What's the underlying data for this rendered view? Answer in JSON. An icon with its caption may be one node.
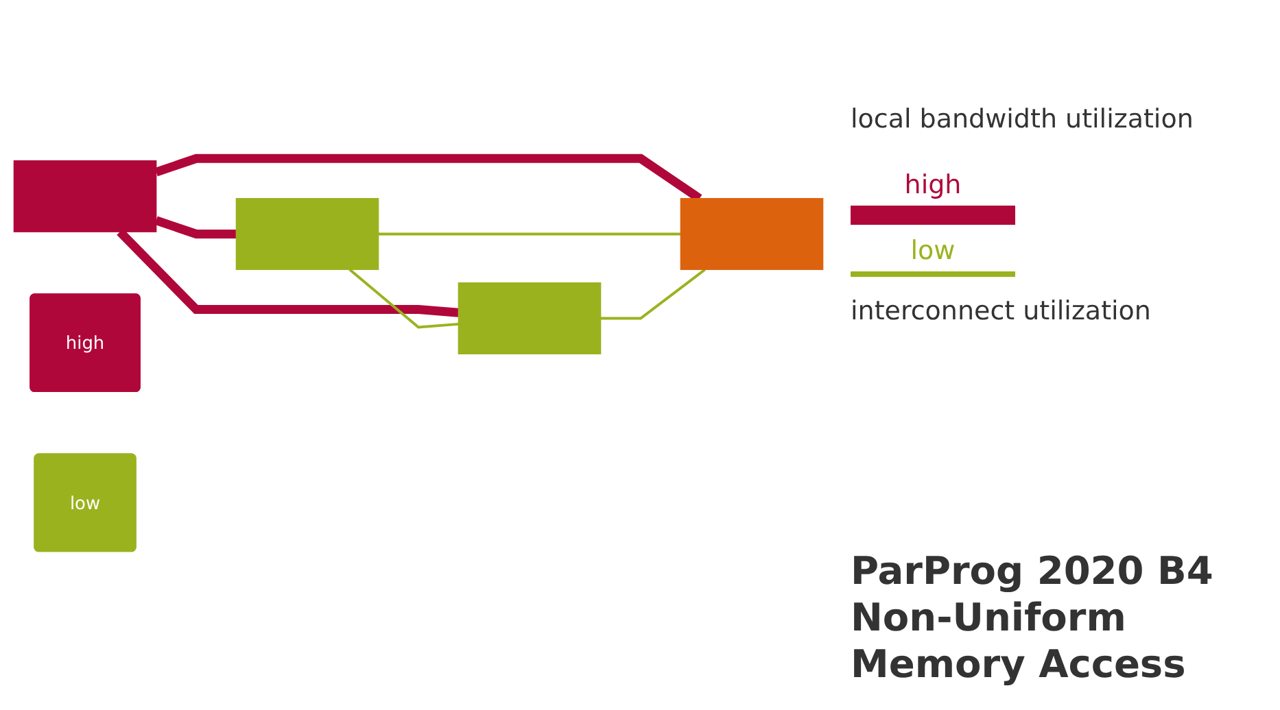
{
  "diagram": {
    "title": "ParProg 2020 B4 Non-Uniform Memory Access",
    "nodes": [
      {
        "text": [],
        "shape": "box"
      },
      {
        "text": [],
        "shape": "box"
      },
      {
        "text": [],
        "shape": "box"
      },
      {
        "text": [],
        "shape": "box"
      },
      {
        "text": [
          "high"
        ]
      },
      {
        "text": [
          "low"
        ]
      }
    ],
    "edges": [
      {
        "from": 0,
        "to": 1,
        "arrow": "none",
        "style": "thick",
        "color": "#b0073a"
      },
      {
        "from": 0,
        "to": 3,
        "arrow": "none",
        "style": "thick",
        "color": "#b0073a"
      },
      {
        "from": 0,
        "to": 2,
        "arrow": "none",
        "style": "thick",
        "color": "#b0073a"
      },
      {
        "from": 1,
        "to": 2,
        "arrow": "none",
        "color": "#9bb21f"
      },
      {
        "from": 1,
        "to": 3,
        "arrow": "none",
        "color": "#9bb21f"
      },
      {
        "from": 2,
        "to": 3,
        "arrow": "none",
        "color": "#9bb21f"
      }
    ],
    "labels": [
      "local bandwidth utilization",
      "interconnect utilization"
    ],
    "legend": [
      {
        "text": "high",
        "color": "#b0073a"
      },
      {
        "text": "low",
        "color": "#9bb21f"
      }
    ]
  }
}
